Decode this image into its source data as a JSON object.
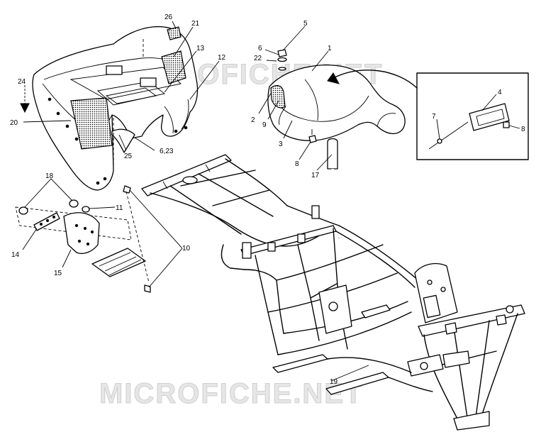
{
  "watermark": {
    "top_text": "MICROFICHE.NET",
    "bottom_text": "MICROFICHE.NET"
  },
  "callouts": [
    {
      "id": "c26",
      "text": "26"
    },
    {
      "id": "c21",
      "text": "21"
    },
    {
      "id": "c13",
      "text": "13"
    },
    {
      "id": "c12",
      "text": "12"
    },
    {
      "id": "c24",
      "text": "24"
    },
    {
      "id": "c20",
      "text": "20"
    },
    {
      "id": "c25",
      "text": "25"
    },
    {
      "id": "c6_23",
      "text": "6,23"
    },
    {
      "id": "c5",
      "text": "5"
    },
    {
      "id": "c6",
      "text": "6"
    },
    {
      "id": "c22",
      "text": "22"
    },
    {
      "id": "c1",
      "text": "1"
    },
    {
      "id": "c2",
      "text": "2"
    },
    {
      "id": "c9",
      "text": "9"
    },
    {
      "id": "c3",
      "text": "3"
    },
    {
      "id": "c8a",
      "text": "8"
    },
    {
      "id": "c17",
      "text": "17"
    },
    {
      "id": "c4",
      "text": "4"
    },
    {
      "id": "c7",
      "text": "7"
    },
    {
      "id": "c8b",
      "text": "8"
    },
    {
      "id": "c18",
      "text": "18"
    },
    {
      "id": "c11",
      "text": "11"
    },
    {
      "id": "c14",
      "text": "14"
    },
    {
      "id": "c15",
      "text": "15"
    },
    {
      "id": "c10",
      "text": "10"
    },
    {
      "id": "c19",
      "text": "19"
    }
  ]
}
